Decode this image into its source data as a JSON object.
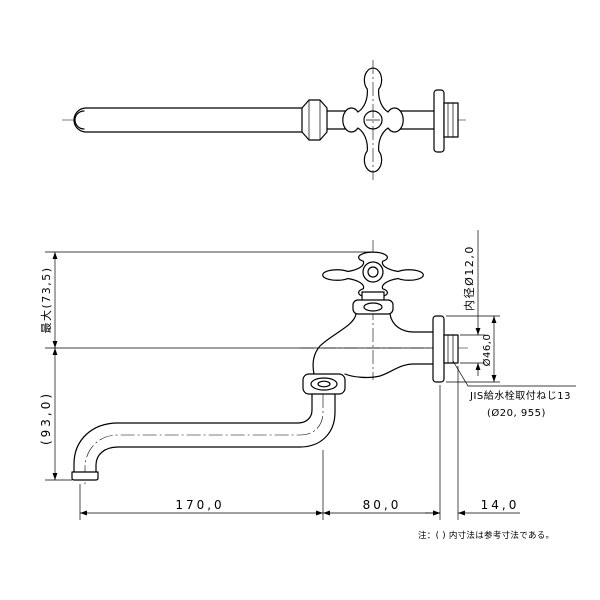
{
  "labels": {
    "max_height": "最大(73,5)",
    "spout_height": "(93,0)",
    "inner_diameter": "内径Ø12,0",
    "flange_diameter": "Ø46,0",
    "thread_spec": "JIS給水栓取付ねじ13",
    "thread_ref": "(Ø20, 955)",
    "spout_reach": "170,0",
    "body_length": "80,0",
    "thread_length": "14,0"
  },
  "note": "注：( ) 内寸法は参考寸法である。",
  "colors": {
    "line": "#000000",
    "background": "#ffffff"
  }
}
